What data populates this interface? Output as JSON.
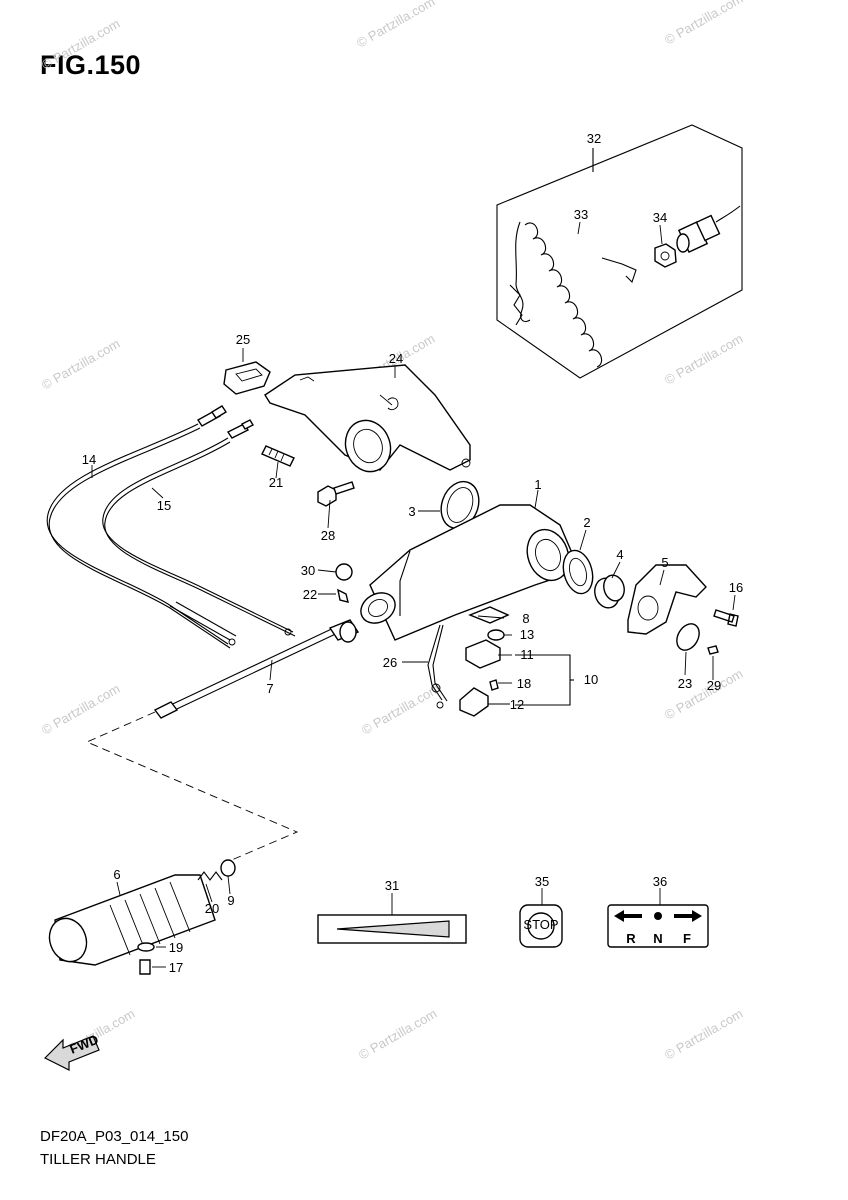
{
  "figure": {
    "title": "FIG.150"
  },
  "footer": {
    "code": "DF20A_P03_014_150",
    "name": "TILLER HANDLE"
  },
  "watermark": {
    "text": "© Partzilla.com"
  },
  "callouts": [
    "1",
    "2",
    "3",
    "4",
    "5",
    "6",
    "7",
    "8",
    "9",
    "10",
    "11",
    "12",
    "13",
    "14",
    "15",
    "16",
    "17",
    "18",
    "19",
    "20",
    "21",
    "22",
    "23",
    "24",
    "25",
    "26",
    "28",
    "29",
    "30",
    "31",
    "32",
    "33",
    "34",
    "35",
    "36"
  ],
  "labels": {
    "stop_decal": "STOP",
    "shift_r": "R",
    "shift_n": "N",
    "shift_f": "F",
    "fwd_arrow": "FWD"
  }
}
